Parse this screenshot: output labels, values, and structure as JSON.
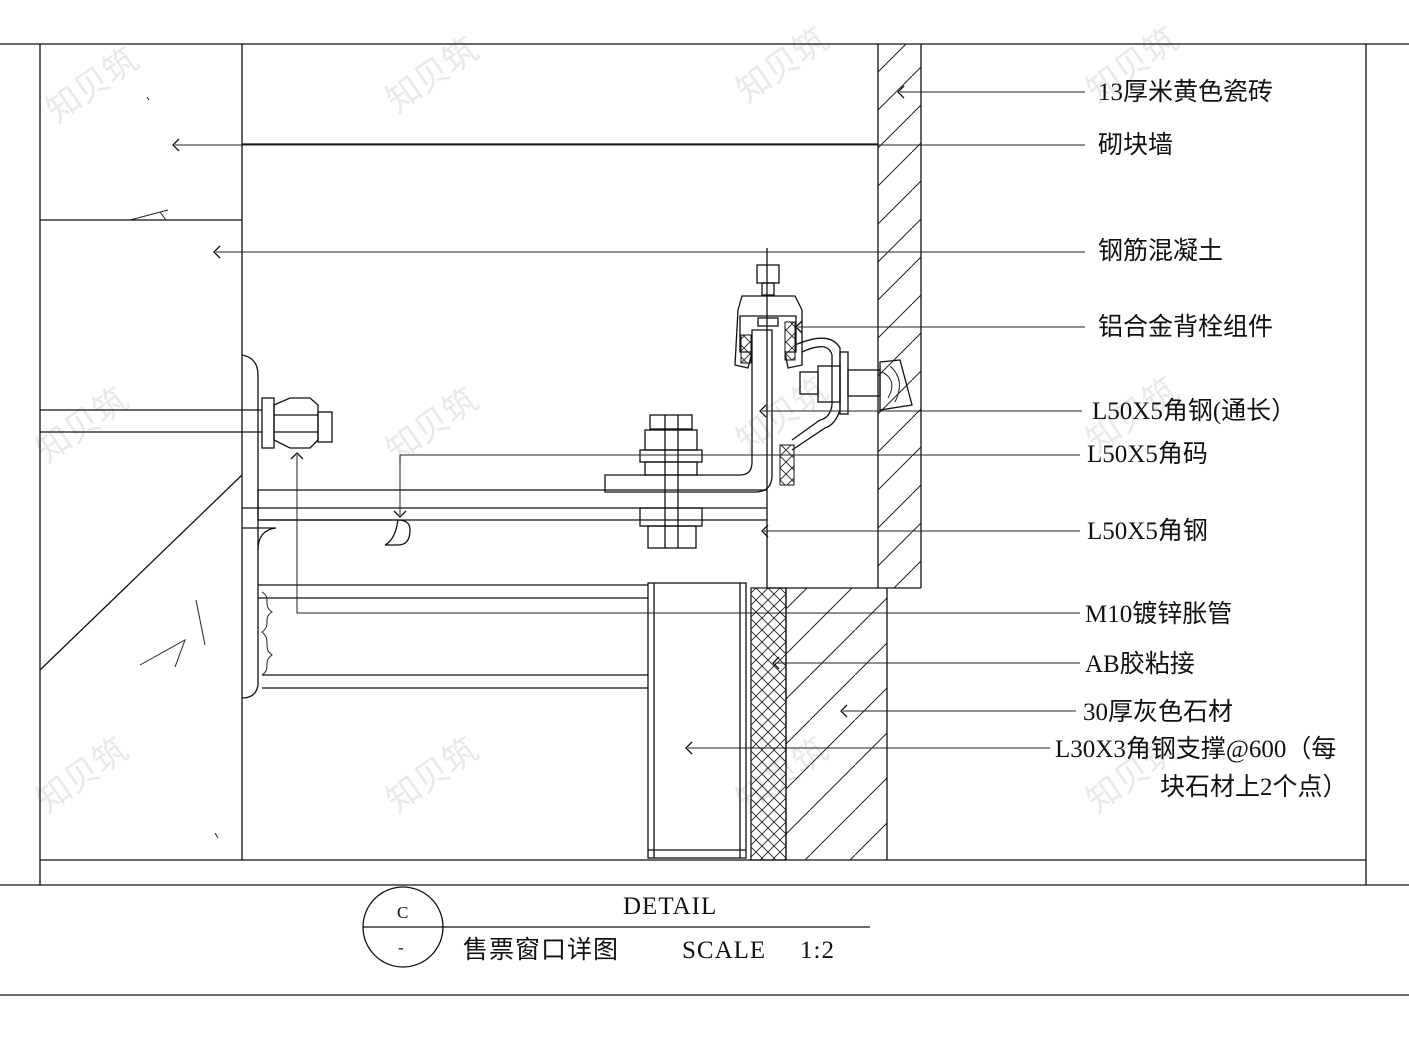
{
  "labels": {
    "tile": "13厚米黄色瓷砖",
    "block_wall": "砌块墙",
    "concrete": "钢筋混凝土",
    "bolt_assembly": "铝合金背栓组件",
    "angle_full": "L50X5角钢(通长）",
    "angle_clip": "L50X5角码",
    "angle": "L50X5角钢",
    "anchor": "M10镀锌胀管",
    "ab_glue": "AB胶粘接",
    "stone": "30厚灰色石材",
    "support_line1": "L30X3角钢支撑@600（每",
    "support_line2": "块石材上2个点）"
  },
  "title_block": {
    "detail": "DETAIL",
    "title": "售票窗口详图",
    "scale_label": "SCALE",
    "scale_value": "1:2",
    "symbol_top": "C",
    "symbol_bottom": "-"
  },
  "watermark": "知贝筑"
}
